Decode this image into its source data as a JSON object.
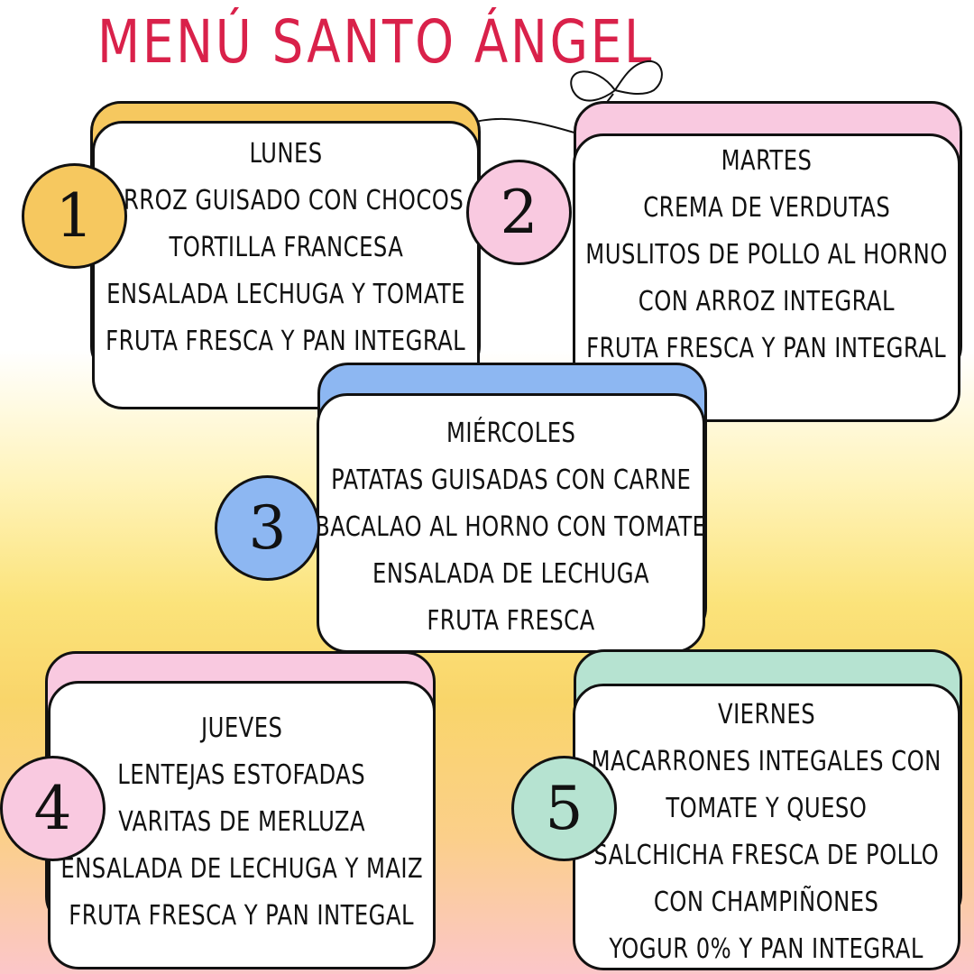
{
  "title": "MENÚ SANTO ÁNGEL",
  "colors": {
    "title": "#d9214a",
    "yellow": "#f6c85f",
    "pink": "#f9c9e0",
    "blue": "#8db7f2",
    "green": "#b6e3d1"
  },
  "days": [
    {
      "number": "1",
      "name": "LUNES",
      "items": [
        "ARROZ GUISADO CON CHOCOS",
        "TORTILLA FRANCESA",
        "ENSALADA LECHUGA Y TOMATE",
        "FRUTA FRESCA Y PAN INTEGRAL"
      ]
    },
    {
      "number": "2",
      "name": "MARTES",
      "items": [
        "CREMA DE VERDUTAS",
        "MUSLITOS DE POLLO AL HORNO",
        "CON ARROZ INTEGRAL",
        "FRUTA FRESCA Y PAN INTEGRAL"
      ]
    },
    {
      "number": "3",
      "name": "MIÉRCOLES",
      "items": [
        "PATATAS GUISADAS CON CARNE",
        "BACALAO AL HORNO CON TOMATE",
        "ENSALADA DE LECHUGA",
        "FRUTA FRESCA"
      ]
    },
    {
      "number": "4",
      "name": "JUEVES",
      "items": [
        "LENTEJAS ESTOFADAS",
        "VARITAS DE MERLUZA",
        "ENSALADA DE LECHUGA Y MAIZ",
        "FRUTA FRESCA Y PAN INTEGAL"
      ]
    },
    {
      "number": "5",
      "name": "VIERNES",
      "items": [
        "MACARRONES INTEGALES CON",
        "TOMATE Y QUESO",
        "SALCHICHA FRESCA DE POLLO",
        "CON CHAMPIÑONES",
        "YOGUR 0% Y PAN INTEGRAL"
      ]
    }
  ]
}
